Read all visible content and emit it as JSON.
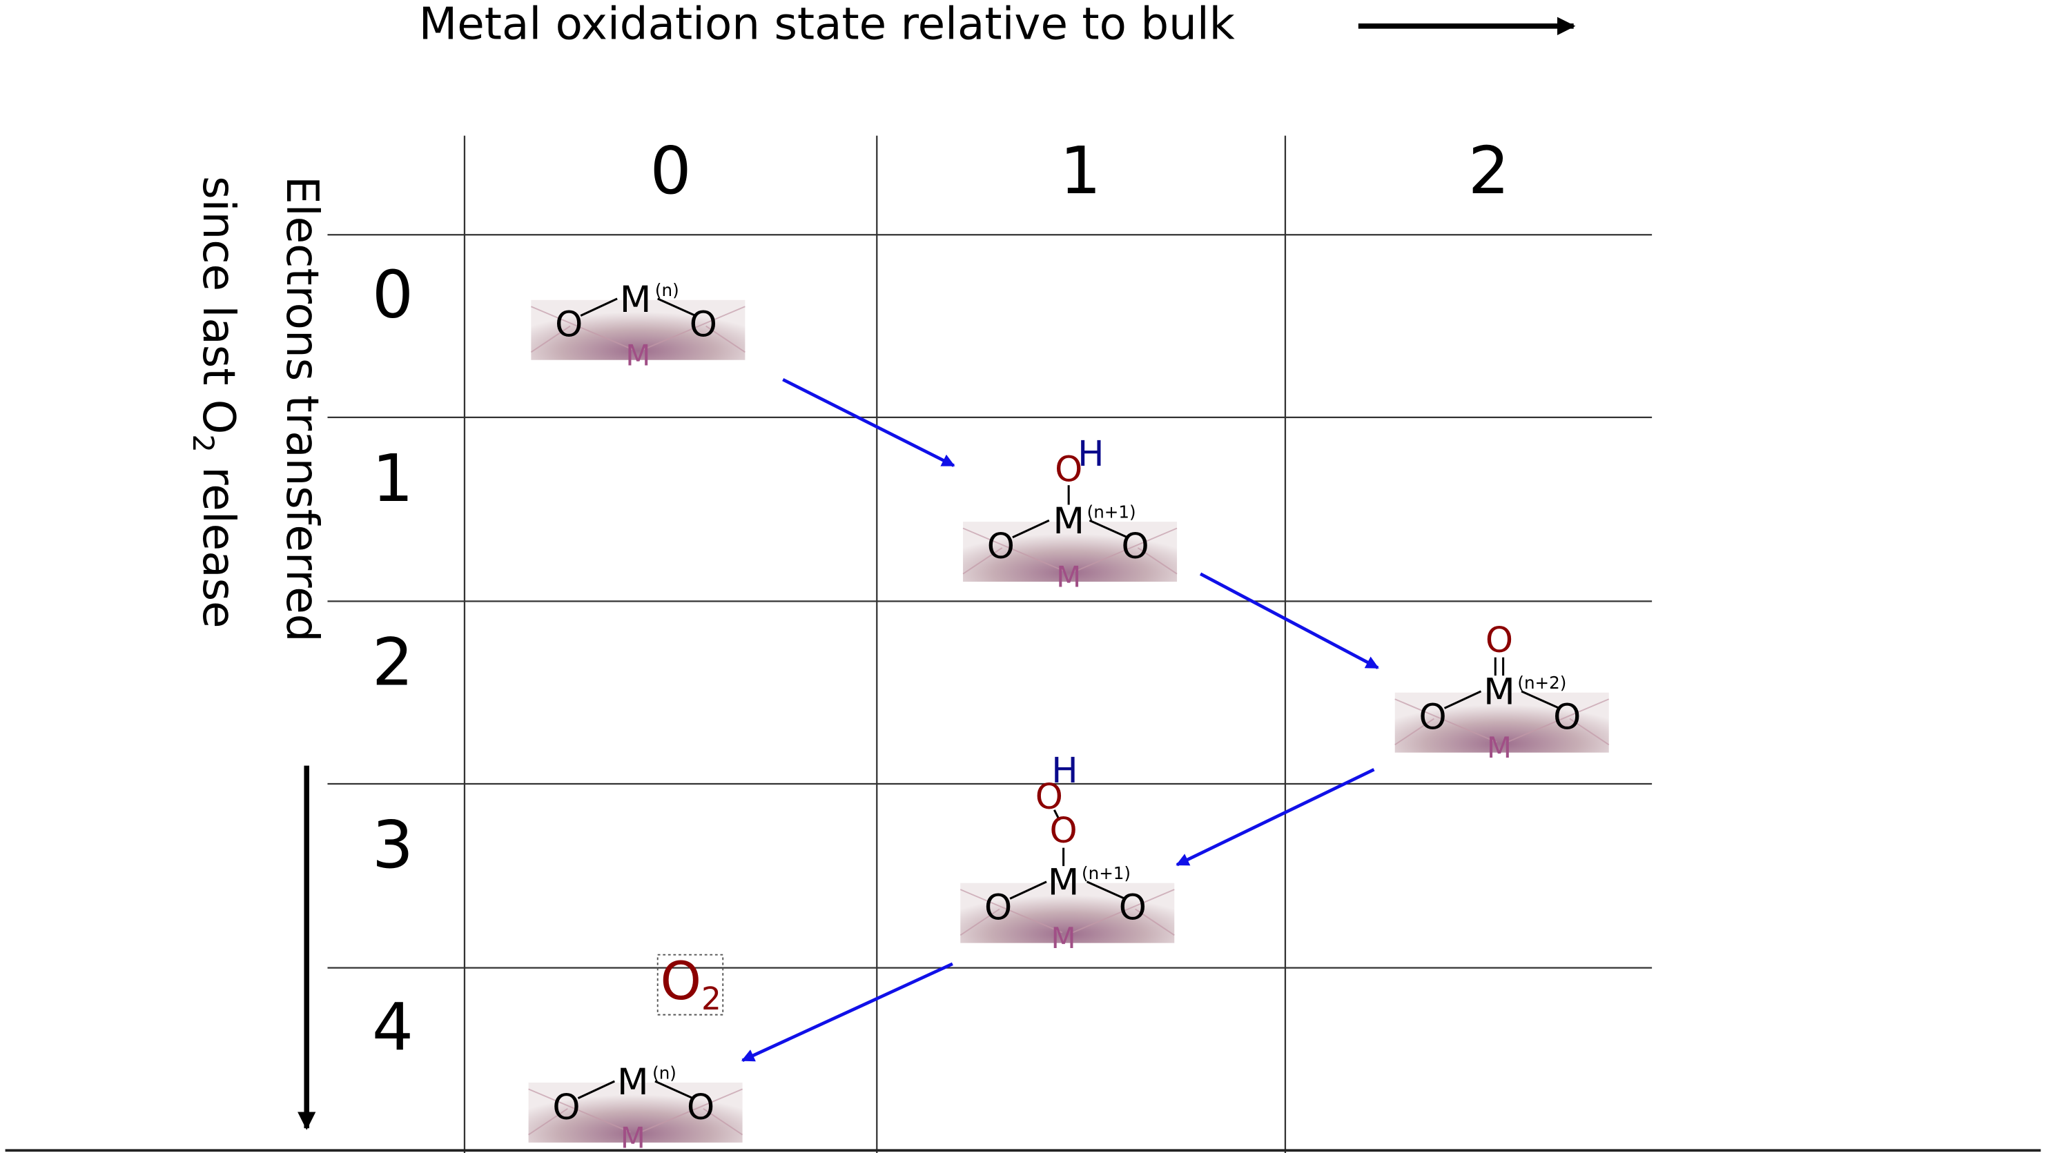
{
  "axes": {
    "top_label": "Metal oxidation state relative to bulk",
    "left_label_line1": "Electrons transferred",
    "left_label_line2_pre": "since last O",
    "left_label_line2_sub": "2",
    "left_label_line2_post": " release"
  },
  "columns": [
    "0",
    "1",
    "2"
  ],
  "rows": [
    "0",
    "1",
    "2",
    "3",
    "4"
  ],
  "species": {
    "metal": "M",
    "oxygen": "O",
    "hydrogen": "H",
    "charge_n": "(n)",
    "charge_n1": "(n+1)",
    "charge_n2": "(n+2)"
  },
  "released": {
    "symbol": "O",
    "subscript": "2"
  },
  "colors": {
    "arrow": "#1010e8",
    "oxygen": "#8b0000",
    "hydrogen": "#0a0a8c",
    "surface": "#b89aa4",
    "surface_metal": "#a04f86",
    "grid": "#333333"
  }
}
